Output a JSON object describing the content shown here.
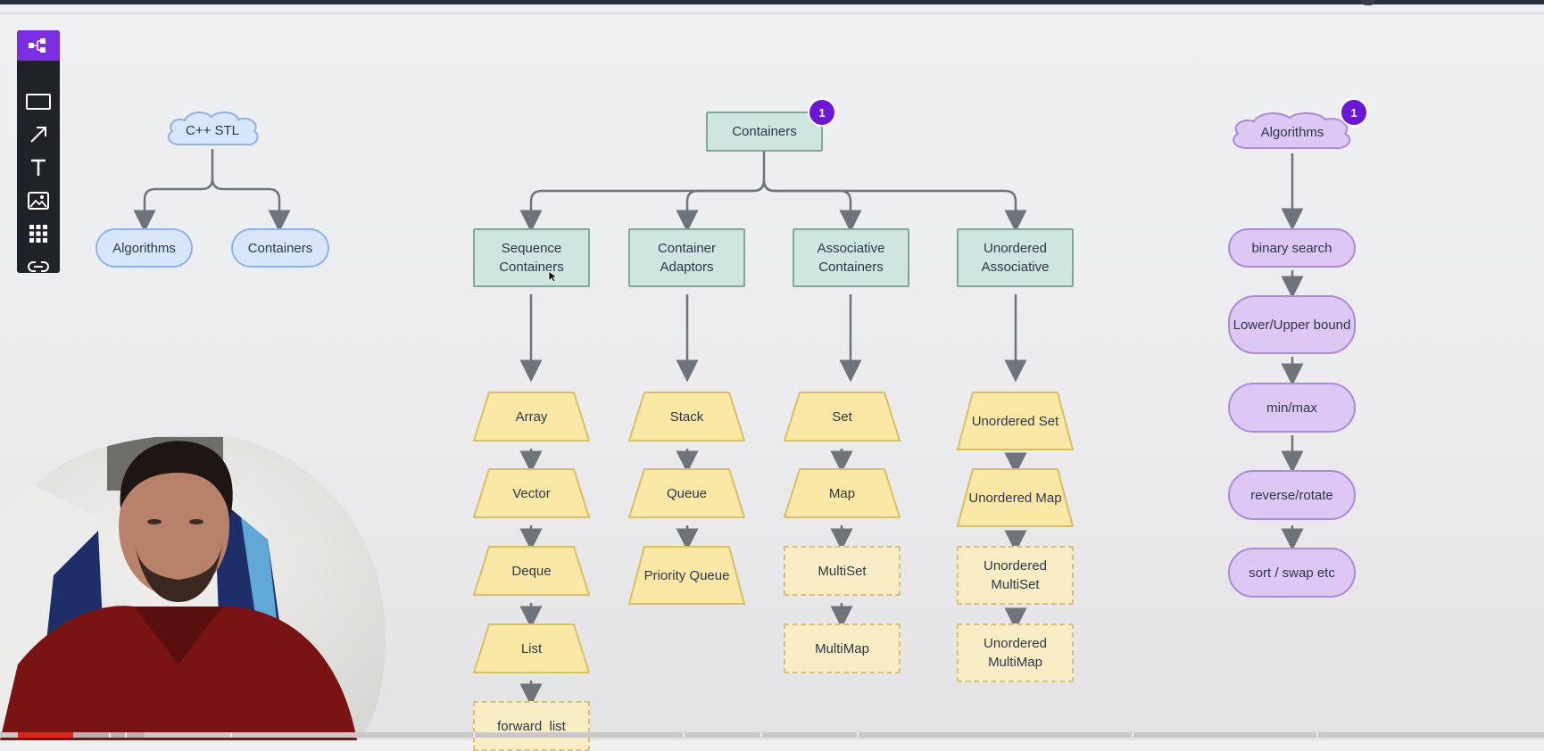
{
  "colors": {
    "accent": "#7b2fe3",
    "badge": "#6b16d8",
    "progress": "#e62117"
  },
  "toolbar": {
    "tools": [
      {
        "name": "diagram-tool-icon",
        "active": true
      },
      {
        "name": "rectangle-tool-icon"
      },
      {
        "name": "arrow-tool-icon"
      },
      {
        "name": "text-tool-icon"
      },
      {
        "name": "image-tool-icon"
      },
      {
        "name": "grid-tool-icon"
      },
      {
        "name": "link-tool-icon"
      }
    ]
  },
  "diagram": {
    "stl": {
      "root": "C++ STL",
      "children": [
        "Algorithms",
        "Containers"
      ]
    },
    "containers": {
      "root": "Containers",
      "badge": "1",
      "categories": [
        {
          "title": "Sequence Containers",
          "items": [
            {
              "label": "Array",
              "style": "trapezoid"
            },
            {
              "label": "Vector",
              "style": "trapezoid"
            },
            {
              "label": "Deque",
              "style": "trapezoid"
            },
            {
              "label": "List",
              "style": "trapezoid"
            },
            {
              "label": "forward_list",
              "style": "dashed"
            }
          ]
        },
        {
          "title": "Container Adaptors",
          "items": [
            {
              "label": "Stack",
              "style": "trapezoid"
            },
            {
              "label": "Queue",
              "style": "trapezoid"
            },
            {
              "label": "Priority Queue",
              "style": "trapezoid"
            }
          ]
        },
        {
          "title": "Associative Containers",
          "items": [
            {
              "label": "Set",
              "style": "trapezoid"
            },
            {
              "label": "Map",
              "style": "trapezoid"
            },
            {
              "label": "MultiSet",
              "style": "dashed"
            },
            {
              "label": "MultiMap",
              "style": "dashed"
            }
          ]
        },
        {
          "title": "Unordered Associative",
          "items": [
            {
              "label": "Unordered Set",
              "style": "trapezoid"
            },
            {
              "label": "Unordered Map",
              "style": "trapezoid"
            },
            {
              "label": "Unordered MultiSet",
              "style": "dashed"
            },
            {
              "label": "Unordered MultiMap",
              "style": "dashed"
            }
          ]
        }
      ]
    },
    "algorithms": {
      "root": "Algorithms",
      "badge": "1",
      "items": [
        "binary search",
        "Lower/Upper bound",
        "min/max",
        "reverse/rotate",
        "sort / swap etc"
      ]
    }
  },
  "video": {
    "progress": 0.036
  }
}
